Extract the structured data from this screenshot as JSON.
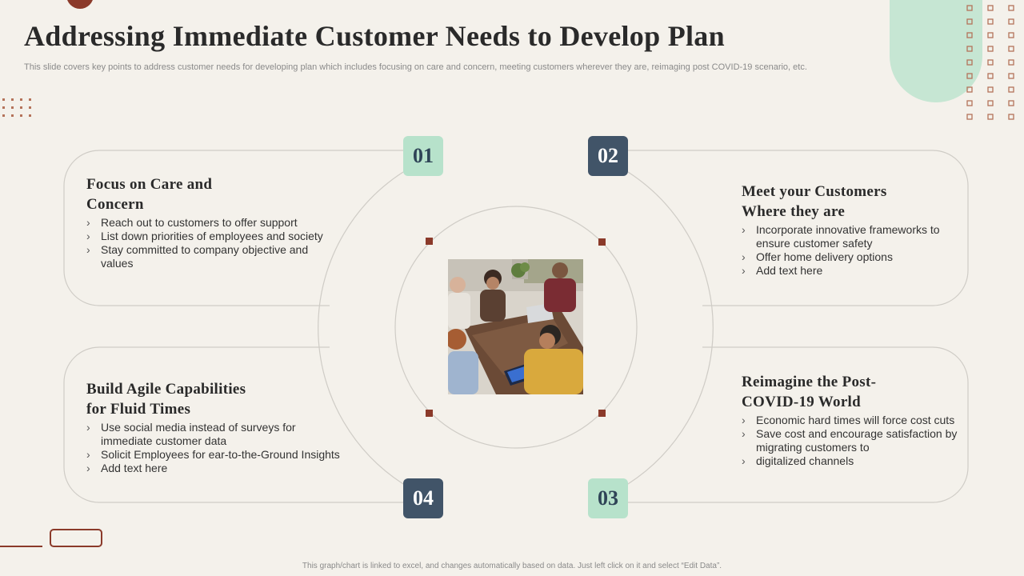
{
  "title": "Addressing Immediate Customer Needs to Develop Plan",
  "subtitle": "This slide covers key points to address customer needs for developing plan which includes focusing on care and concern, meeting customers wherever they are, reimaging post COVID-19 scenario, etc.",
  "footer": "This graph/chart is linked to excel, and changes automatically based on data. Just left click on it and select “Edit Data”.",
  "colors": {
    "accent_green": "#b7e2cb",
    "accent_navy": "#415468",
    "accent_brown": "#8b3a2a",
    "background": "#f4f1eb"
  },
  "cards": [
    {
      "number": "01",
      "heading_line1": "Focus on Care and",
      "heading_line2": "Concern",
      "points": [
        {
          "line1": "Reach out to customers to offer support"
        },
        {
          "line1": "List down priorities of employees and society"
        },
        {
          "line1": "Stay committed to company objective and",
          "line2": "values"
        }
      ]
    },
    {
      "number": "02",
      "heading_line1": "Meet your Customers",
      "heading_line2": "Where they are",
      "points": [
        {
          "line1": "Incorporate innovative frameworks to",
          "line2": "ensure customer safety"
        },
        {
          "line1": "Offer home delivery options"
        },
        {
          "line1": "Add text here"
        }
      ]
    },
    {
      "number": "03",
      "heading_line1": "Reimagine the Post-",
      "heading_line2": "COVID-19 World",
      "points": [
        {
          "line1": "Economic hard times will force cost cuts"
        },
        {
          "line1": "Save cost and encourage satisfaction by",
          "line2": "migrating customers to"
        },
        {
          "line1": "digitalized channels"
        }
      ]
    },
    {
      "number": "04",
      "heading_line1": "Build Agile Capabilities",
      "heading_line2": "for Fluid Times",
      "points": [
        {
          "line1": "Use social media instead of surveys for",
          "line2": "immediate customer data"
        },
        {
          "line1": "Solicit Employees for ear-to-the-Ground Insights"
        },
        {
          "line1": "Add text here"
        }
      ]
    }
  ],
  "bullet_glyph": "›",
  "icons": {
    "center_image": "team-meeting-photo"
  }
}
